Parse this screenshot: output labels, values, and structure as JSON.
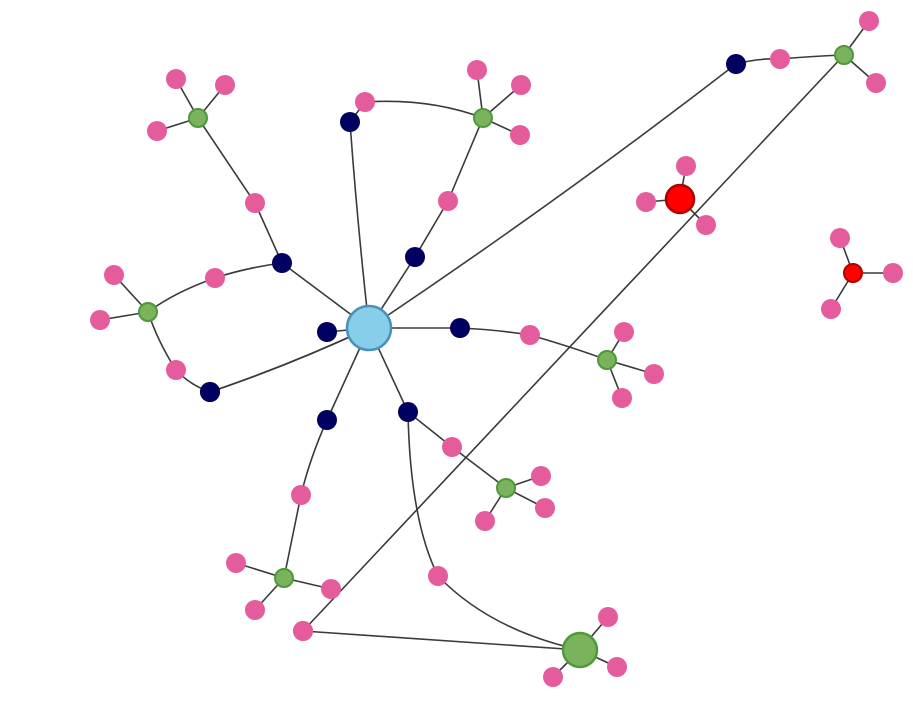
{
  "graph": {
    "colors": {
      "background": "#ffffff",
      "edge": "#3a3a3a",
      "hub_fill": "#87ceeb",
      "hub_stroke": "#4a90b8",
      "navy_fill": "#000060",
      "pink_fill": "#e55c9c",
      "green_fill": "#7ab35c",
      "green_stroke": "#4e9a3a",
      "red_fill": "#ff0000",
      "red_stroke": "#b00000"
    },
    "nodes": [
      {
        "id": "hub",
        "kind": "hub"
      },
      {
        "id": "n1",
        "kind": "navy"
      },
      {
        "id": "n2",
        "kind": "navy"
      },
      {
        "id": "n3",
        "kind": "navy"
      },
      {
        "id": "n4",
        "kind": "navy"
      },
      {
        "id": "n5",
        "kind": "navy"
      },
      {
        "id": "n6",
        "kind": "navy"
      },
      {
        "id": "n7",
        "kind": "navy"
      },
      {
        "id": "n8",
        "kind": "navy"
      },
      {
        "id": "n9",
        "kind": "navy"
      },
      {
        "id": "p1",
        "kind": "pink"
      },
      {
        "id": "p2",
        "kind": "pink"
      },
      {
        "id": "p3",
        "kind": "pink"
      },
      {
        "id": "p4",
        "kind": "pink"
      },
      {
        "id": "p5",
        "kind": "pink"
      },
      {
        "id": "p6",
        "kind": "pink"
      },
      {
        "id": "p7",
        "kind": "pink"
      },
      {
        "id": "p8",
        "kind": "pink"
      },
      {
        "id": "p9",
        "kind": "pink"
      },
      {
        "id": "p10",
        "kind": "pink"
      },
      {
        "id": "g1",
        "kind": "green"
      },
      {
        "id": "g2",
        "kind": "green"
      },
      {
        "id": "g3",
        "kind": "green"
      },
      {
        "id": "g4",
        "kind": "green"
      },
      {
        "id": "g5",
        "kind": "green"
      },
      {
        "id": "g6",
        "kind": "green"
      },
      {
        "id": "g7",
        "kind": "green"
      },
      {
        "id": "g8",
        "kind": "green-large"
      },
      {
        "id": "r1",
        "kind": "red-large"
      },
      {
        "id": "r2",
        "kind": "red"
      },
      {
        "id": "l1a",
        "kind": "pink"
      },
      {
        "id": "l1b",
        "kind": "pink"
      },
      {
        "id": "l1c",
        "kind": "pink"
      },
      {
        "id": "l2a",
        "kind": "pink"
      },
      {
        "id": "l2b",
        "kind": "pink"
      },
      {
        "id": "l2c",
        "kind": "pink"
      },
      {
        "id": "l3a",
        "kind": "pink"
      },
      {
        "id": "l3b",
        "kind": "pink"
      },
      {
        "id": "l4a",
        "kind": "pink"
      },
      {
        "id": "l4b",
        "kind": "pink"
      },
      {
        "id": "l5a",
        "kind": "pink"
      },
      {
        "id": "l5b",
        "kind": "pink"
      },
      {
        "id": "l5c",
        "kind": "pink"
      },
      {
        "id": "l6a",
        "kind": "pink"
      },
      {
        "id": "l6b",
        "kind": "pink"
      },
      {
        "id": "l6c",
        "kind": "pink"
      },
      {
        "id": "l7a",
        "kind": "pink"
      },
      {
        "id": "l7b",
        "kind": "pink"
      },
      {
        "id": "l7c",
        "kind": "pink"
      },
      {
        "id": "l8a",
        "kind": "pink"
      },
      {
        "id": "l8b",
        "kind": "pink"
      },
      {
        "id": "l8c",
        "kind": "pink"
      },
      {
        "id": "l8d",
        "kind": "pink"
      },
      {
        "id": "r1a",
        "kind": "pink"
      },
      {
        "id": "r1b",
        "kind": "pink"
      },
      {
        "id": "r1c",
        "kind": "pink"
      },
      {
        "id": "r2a",
        "kind": "pink"
      },
      {
        "id": "r2b",
        "kind": "pink"
      },
      {
        "id": "r2c",
        "kind": "pink"
      }
    ],
    "edges": [
      {
        "source": "hub",
        "target": "n1"
      },
      {
        "source": "hub",
        "target": "n2"
      },
      {
        "source": "hub",
        "target": "n3"
      },
      {
        "source": "hub",
        "target": "n4"
      },
      {
        "source": "hub",
        "target": "n5"
      },
      {
        "source": "hub",
        "target": "n6"
      },
      {
        "source": "hub",
        "target": "n7"
      },
      {
        "source": "hub",
        "target": "n8"
      },
      {
        "source": "hub",
        "target": "n9"
      },
      {
        "source": "n1",
        "target": "p1"
      },
      {
        "source": "p1",
        "target": "g1"
      },
      {
        "source": "n2",
        "target": "p2"
      },
      {
        "source": "p2",
        "target": "g2"
      },
      {
        "source": "n9",
        "target": "p3"
      },
      {
        "source": "p3",
        "target": "g2"
      },
      {
        "source": "n3",
        "target": "p4"
      },
      {
        "source": "p4",
        "target": "g3"
      },
      {
        "source": "n4",
        "target": "p5"
      },
      {
        "source": "p5",
        "target": "g3"
      },
      {
        "source": "n5",
        "target": "p6"
      },
      {
        "source": "p6",
        "target": "g4"
      },
      {
        "source": "n6",
        "target": "p7"
      },
      {
        "source": "p7",
        "target": "g5"
      },
      {
        "source": "n7",
        "target": "p8"
      },
      {
        "source": "p8",
        "target": "g6"
      },
      {
        "source": "n8",
        "target": "p9"
      },
      {
        "source": "p9",
        "target": "g8"
      },
      {
        "source": "n10",
        "target": "p10"
      },
      {
        "source": "hub",
        "target": "n10"
      },
      {
        "source": "p10",
        "target": "g7"
      },
      {
        "source": "g1",
        "target": "l1a"
      },
      {
        "source": "g1",
        "target": "l1b"
      },
      {
        "source": "g1",
        "target": "l1c"
      },
      {
        "source": "g2",
        "target": "l2a"
      },
      {
        "source": "g2",
        "target": "l2b"
      },
      {
        "source": "g3",
        "target": "l3a"
      },
      {
        "source": "g3",
        "target": "l3b"
      },
      {
        "source": "g3",
        "target": "l2c"
      },
      {
        "source": "g4",
        "target": "l4a"
      },
      {
        "source": "g4",
        "target": "l4b"
      },
      {
        "source": "g4",
        "target": "l5c"
      },
      {
        "source": "g5",
        "target": "l5a"
      },
      {
        "source": "g5",
        "target": "l5b"
      },
      {
        "source": "g5",
        "target": "l6c"
      },
      {
        "source": "g6",
        "target": "l6a"
      },
      {
        "source": "g6",
        "target": "l6b"
      },
      {
        "source": "g6",
        "target": "l7c"
      },
      {
        "source": "g7",
        "target": "l7a"
      },
      {
        "source": "g7",
        "target": "l7b"
      },
      {
        "source": "g7",
        "target": "l8d"
      },
      {
        "source": "g8",
        "target": "l8a"
      },
      {
        "source": "g8",
        "target": "l8b"
      },
      {
        "source": "g8",
        "target": "l8c"
      },
      {
        "source": "g8",
        "target": "l1d"
      },
      {
        "source": "r1",
        "target": "r1a"
      },
      {
        "source": "r1",
        "target": "r1b"
      },
      {
        "source": "r1",
        "target": "r1c"
      },
      {
        "source": "r2",
        "target": "r2a"
      },
      {
        "source": "r2",
        "target": "r2b"
      },
      {
        "source": "r2",
        "target": "r2c"
      }
    ]
  }
}
